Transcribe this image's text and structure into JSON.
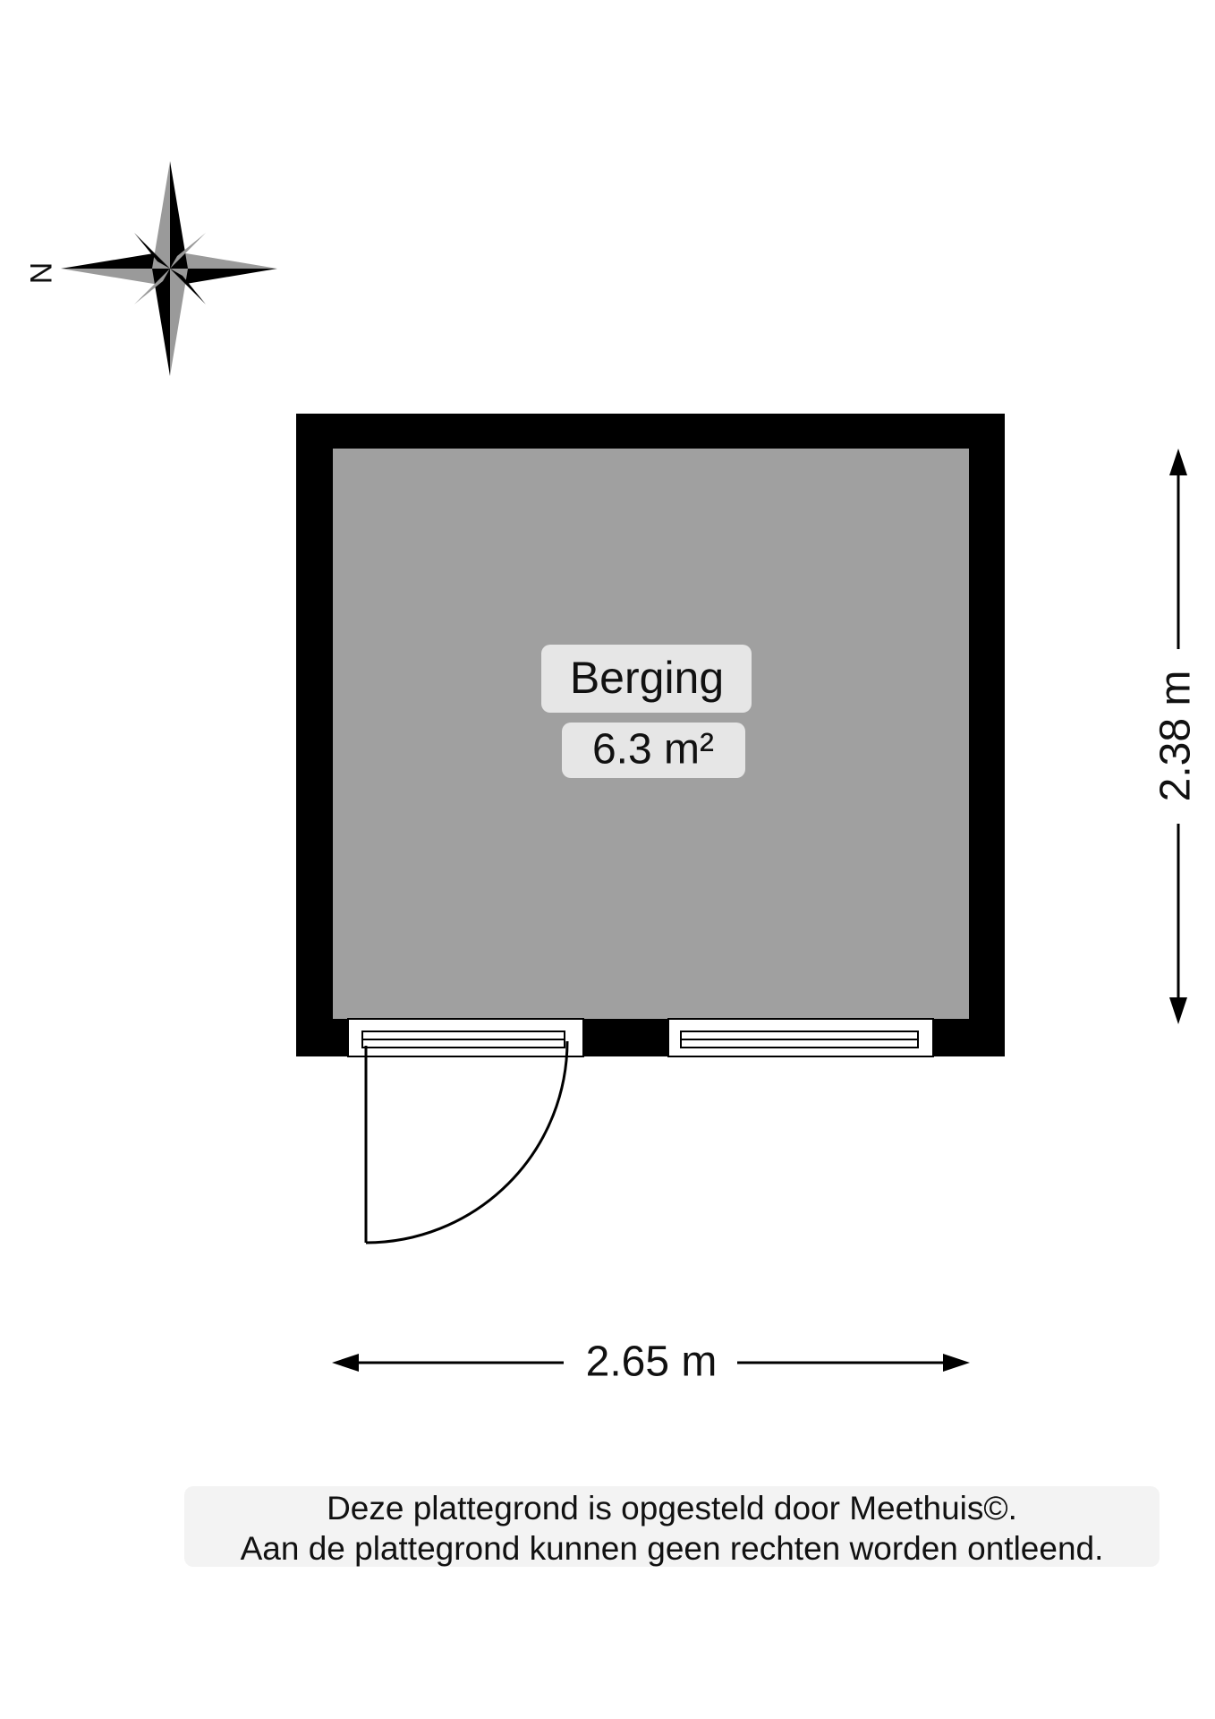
{
  "compass": {
    "north_label": "N",
    "icon": "compass-rose-icon"
  },
  "room": {
    "name": "Berging",
    "area": "6.3 m²"
  },
  "dimensions": {
    "width_label": "2.65 m",
    "height_label": "2.38 m"
  },
  "disclaimer": {
    "line1": "Deze plattegrond is opgesteld door Meethuis©.",
    "line2": "Aan de plattegrond kunnen geen rechten worden ontleend."
  },
  "colors": {
    "wall": "#000000",
    "floor": "#a0a0a0",
    "label_background": "#e6e6e6",
    "disclaimer_background": "#f3f3f3"
  }
}
